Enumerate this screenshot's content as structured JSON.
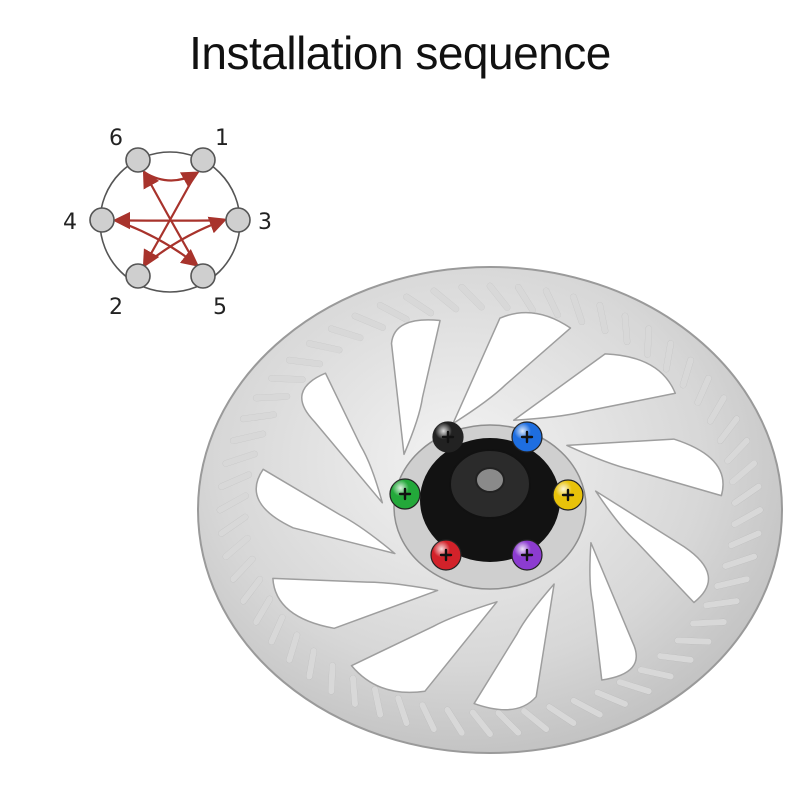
{
  "title": "Installation sequence",
  "sequence": {
    "labels": [
      "1",
      "2",
      "3",
      "4",
      "5",
      "6"
    ],
    "order": [
      "1",
      "2",
      "3",
      "4",
      "5",
      "6"
    ]
  },
  "colors": {
    "arrow": "#a8332c",
    "hole_fill": "#cfcfcf",
    "hole_stroke": "#555555",
    "rotor_steel": "#dcdcdc",
    "hub": "#151515",
    "bolt_blue": "#1e6ee0",
    "bolt_yellow": "#e8c20a",
    "bolt_purple": "#8c3cd0",
    "bolt_red": "#d2222a",
    "bolt_green": "#23a83a",
    "bolt_black": "#222222"
  }
}
